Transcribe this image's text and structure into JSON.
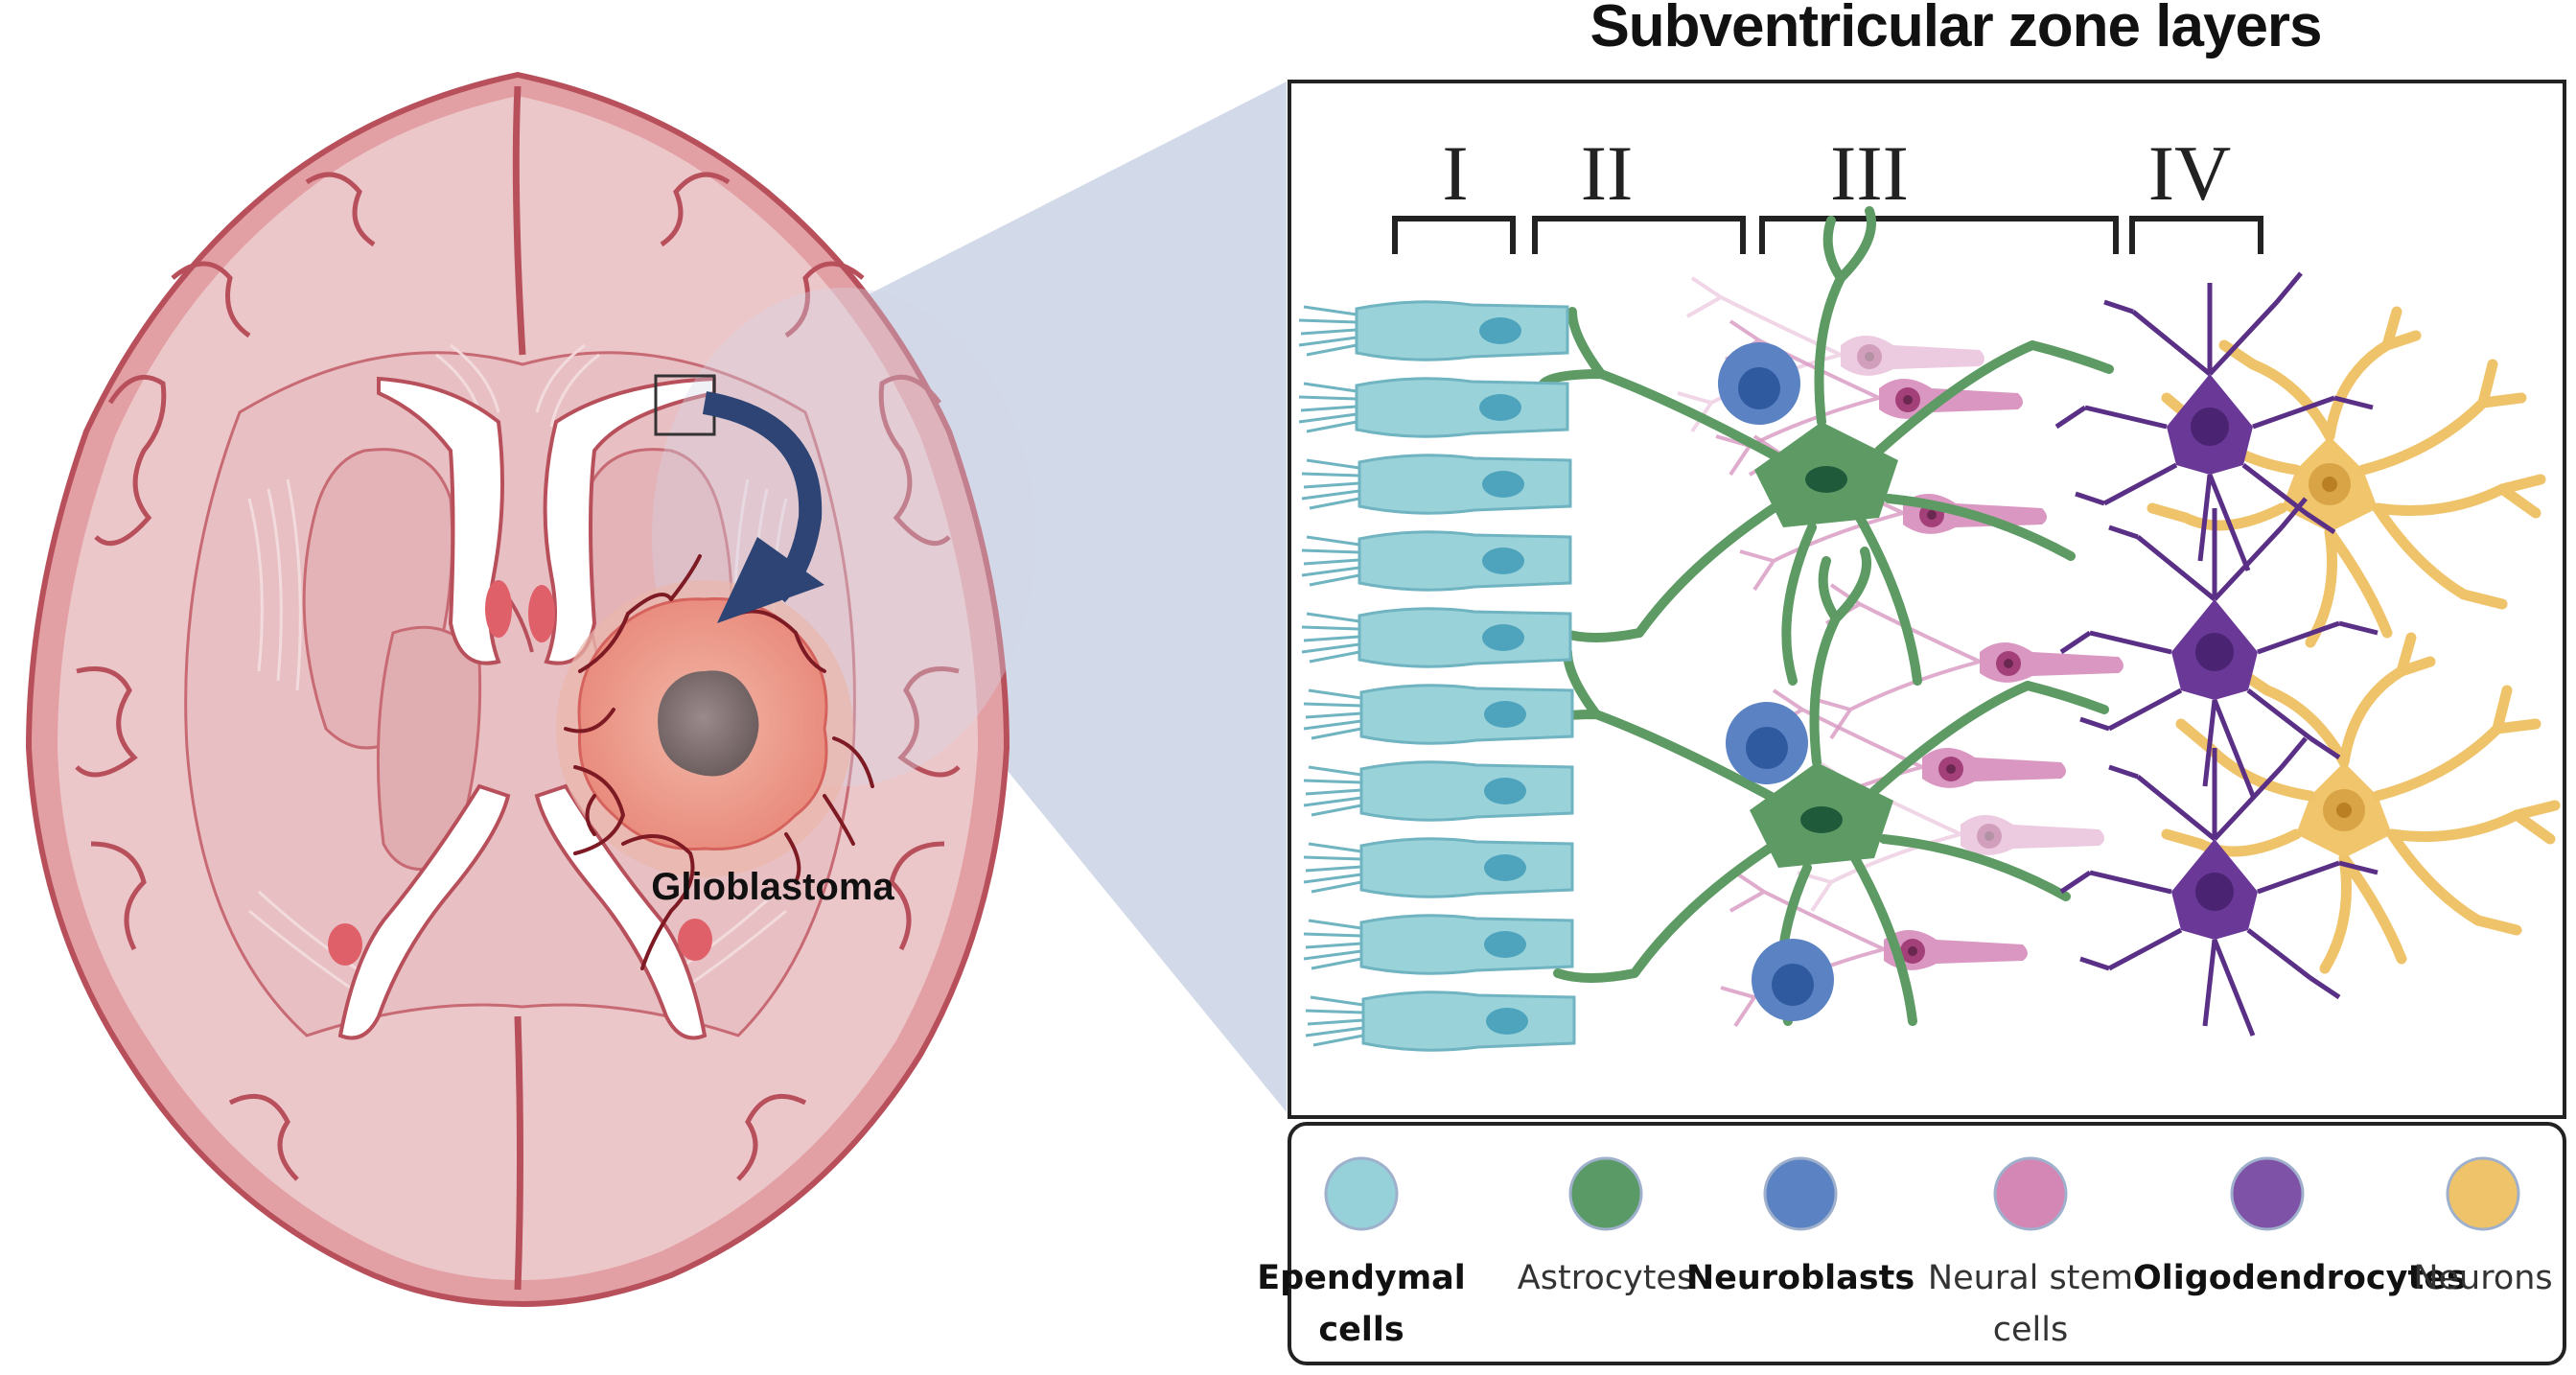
{
  "title": "Subventricular zone layers",
  "tumor_label": "Glioblastoma",
  "layers": [
    "I",
    "II",
    "III",
    "IV"
  ],
  "legend": [
    {
      "line1": "Ependymal",
      "line2": "cells",
      "bold": true,
      "color": "#96d0d8"
    },
    {
      "line1": "Astrocytes",
      "line2": "",
      "bold": false,
      "color": "#5a9a66"
    },
    {
      "line1": "Neuroblasts",
      "line2": "",
      "bold": true,
      "color": "#5b82c2"
    },
    {
      "line1": "Neural stem",
      "line2": "cells",
      "bold": false,
      "color": "#d487b4"
    },
    {
      "line1": "Oligodendrocytes",
      "line2": "",
      "bold": true,
      "color": "#7e52a6"
    },
    {
      "line1": "Neurons",
      "line2": "",
      "bold": false,
      "color": "#efc36a"
    }
  ],
  "colors": {
    "brain_outer": "#e8a6a8",
    "brain_fill": "#e9c3c6",
    "brain_line": "#b84b5a",
    "tumor": "#eaa08f",
    "tumor_core": "#8d7a7a",
    "arrow": "#2d4474",
    "projection": "#c9d2e6"
  }
}
